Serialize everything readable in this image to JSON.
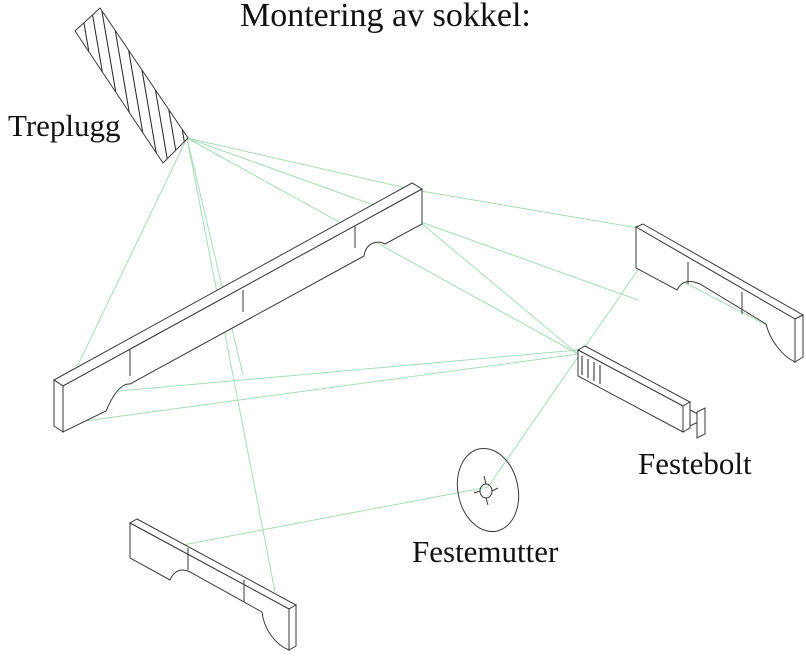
{
  "diagram": {
    "title": "Montering av sokkel:",
    "labels": {
      "treplugg": "Treplugg",
      "festebolt": "Festebolt",
      "festemutter": "Festemutter"
    },
    "colors": {
      "line": "#3a3a3a",
      "guide": "#a7dcb8",
      "text": "#111111"
    }
  }
}
